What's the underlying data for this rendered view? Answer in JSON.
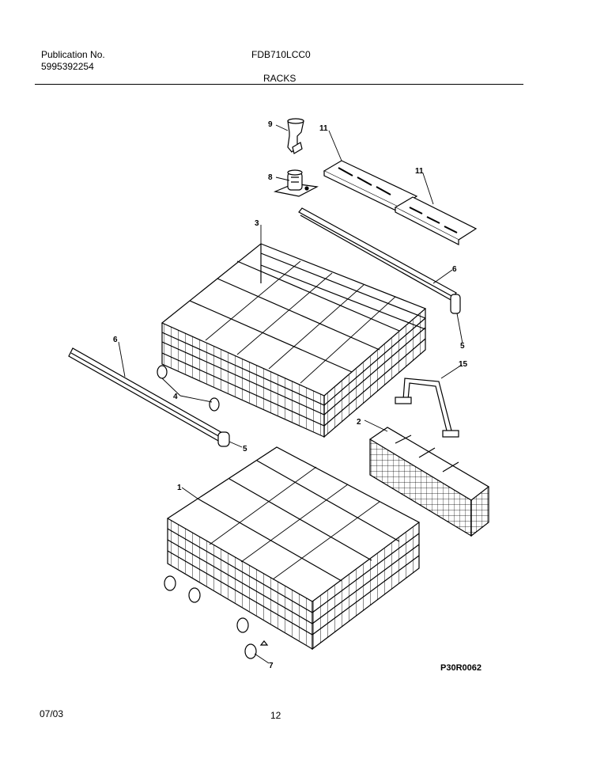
{
  "header": {
    "publication_label": "Publication No.",
    "publication_number": "5995392254",
    "model": "FDB710LCC0",
    "section": "RACKS"
  },
  "footer": {
    "date": "07/03",
    "page": "12",
    "diagram_code": "P30R0062"
  },
  "callouts": [
    "9",
    "11",
    "11",
    "8",
    "3",
    "6",
    "5",
    "6",
    "15",
    "4",
    "2",
    "5",
    "1",
    "7"
  ],
  "colors": {
    "line": "#000000",
    "background": "#ffffff"
  }
}
